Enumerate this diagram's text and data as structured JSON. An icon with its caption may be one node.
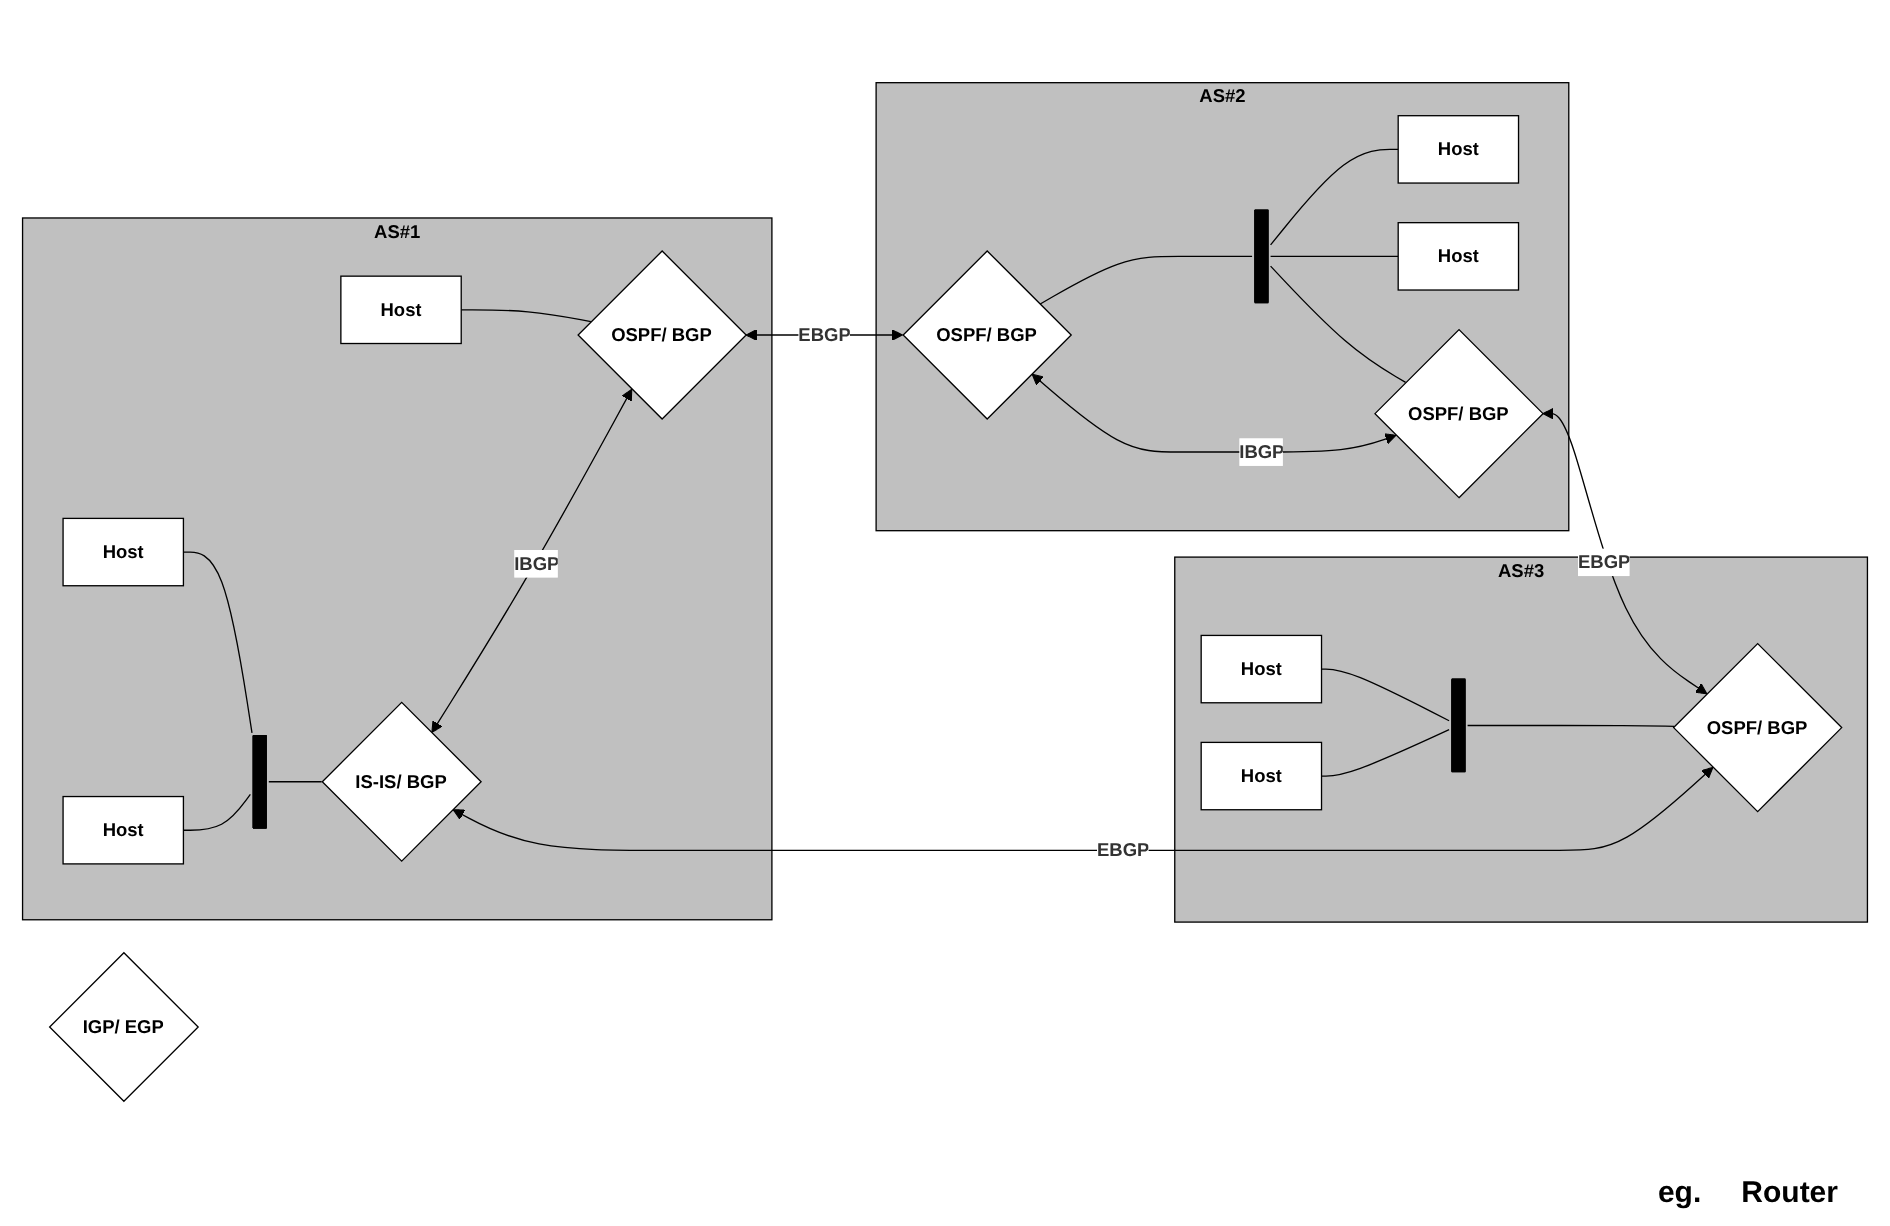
{
  "diagram": {
    "nodes": [
      {
        "text": [
          "AS#1"
        ]
      },
      {
        "text": [
          "Host"
        ],
        "in": 0
      },
      {
        "text": [
          "Host"
        ],
        "in": 0
      },
      {
        "text": [
          "Host"
        ],
        "in": 0
      },
      {
        "text": [],
        "shape": "bar",
        "in": 0
      },
      {
        "text": [
          "IS-IS/ BGP"
        ],
        "in": 0
      },
      {
        "text": [
          "OSPF/ BGP"
        ],
        "in": 0
      },
      {
        "text": [
          "AS#2"
        ]
      },
      {
        "text": [
          "OSPF/ BGP"
        ],
        "in": 7
      },
      {
        "text": [
          "Host"
        ],
        "in": 7
      },
      {
        "text": [
          "Host"
        ],
        "in": 7
      },
      {
        "text": [],
        "shape": "bar",
        "in": 7
      },
      {
        "text": [
          "OSPF/ BGP"
        ],
        "in": 7
      },
      {
        "text": [
          "AS#3"
        ]
      },
      {
        "text": [
          "Host"
        ],
        "in": 13
      },
      {
        "text": [
          "Host"
        ],
        "in": 13
      },
      {
        "text": [],
        "shape": "bar",
        "in": 13
      },
      {
        "text": [
          "OSPF/ BGP"
        ],
        "in": 13
      },
      {
        "text": [
          "IGP/ EGP"
        ]
      }
    ],
    "edges": [
      {
        "from": 2,
        "to": 4,
        "arrow": "none"
      },
      {
        "from": 3,
        "to": 4,
        "arrow": "none"
      },
      {
        "from": 4,
        "to": 5,
        "arrow": "none"
      },
      {
        "from": 5,
        "to": 6,
        "arrow": "both",
        "label": "IBGP"
      },
      {
        "from": 1,
        "to": 6,
        "arrow": "none"
      },
      {
        "from": 6,
        "to": 8,
        "arrow": "both",
        "label": "EBGP"
      },
      {
        "from": 8,
        "to": 11,
        "arrow": "none"
      },
      {
        "from": 11,
        "to": 9,
        "arrow": "none"
      },
      {
        "from": 11,
        "to": 10,
        "arrow": "none"
      },
      {
        "from": 8,
        "to": 12,
        "arrow": "both",
        "label": "IBGP"
      },
      {
        "from": 11,
        "to": 12,
        "arrow": "none"
      },
      {
        "from": 5,
        "to": 17,
        "arrow": "both",
        "label": "EBGP"
      },
      {
        "from": 12,
        "to": 17,
        "arrow": "both",
        "label": "EBGP"
      },
      {
        "from": 14,
        "to": 16,
        "arrow": "none"
      },
      {
        "from": 15,
        "to": 16,
        "arrow": "none"
      },
      {
        "from": 16,
        "to": 17,
        "arrow": "none"
      }
    ],
    "labels": [
      "eg.",
      "Router"
    ]
  }
}
